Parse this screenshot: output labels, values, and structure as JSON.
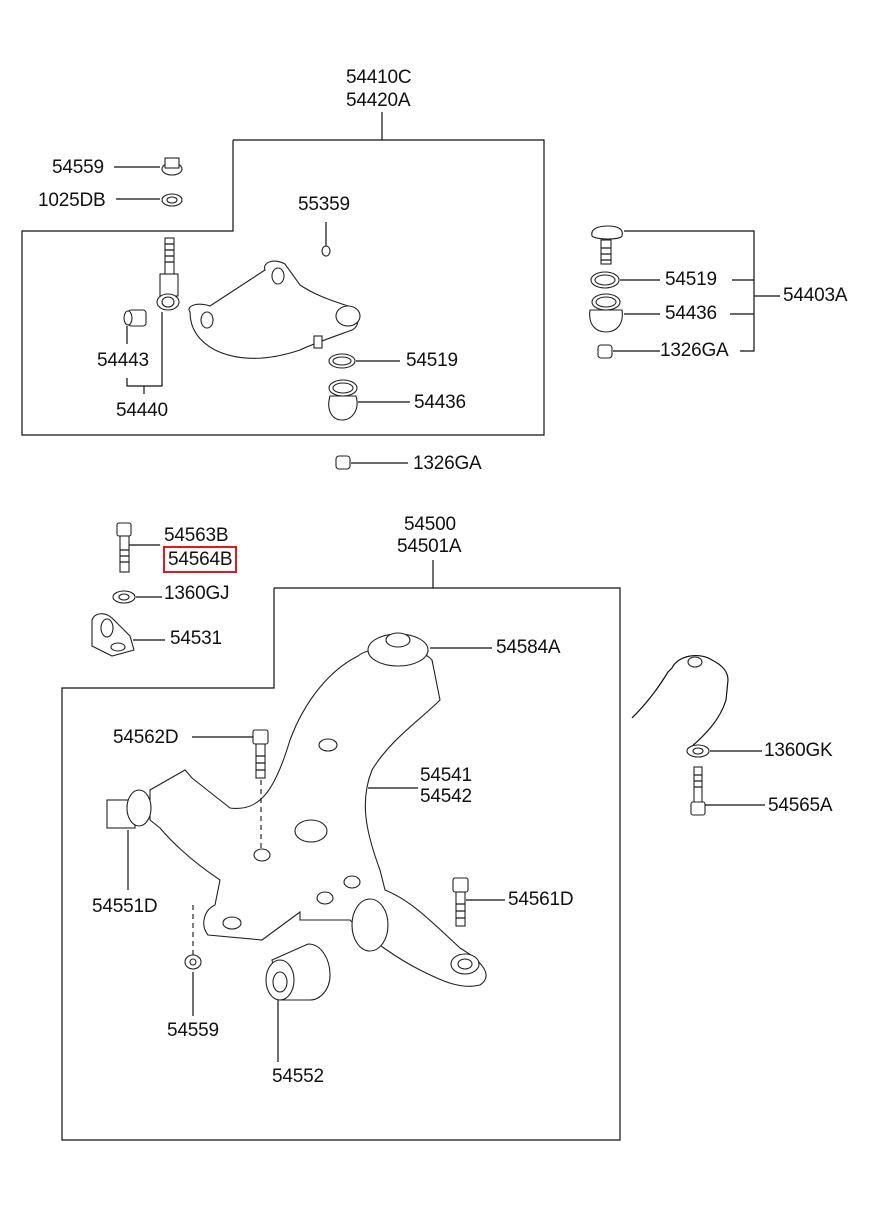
{
  "diagram": {
    "upper_arm": {
      "assembly": [
        "54410C",
        "54420A"
      ],
      "parts": {
        "nut_top": "54559",
        "washer_top": "1025DB",
        "grease_nipple": "55359",
        "bushing": "54443",
        "bushing_assy": "54440",
        "ring": "54519",
        "boot": "54436",
        "nut_bottom": "1326GA"
      }
    },
    "ball_joint_kit": {
      "assembly": "54403A",
      "parts": [
        "54519",
        "54436",
        "1326GA"
      ]
    },
    "lower_arm": {
      "assembly": [
        "54500",
        "54501A"
      ],
      "parts": {
        "bolt_top_a": "54563B",
        "bolt_top_b": "54564B",
        "washer": "1360GJ",
        "bracket": "54531",
        "ball_joint": "54584A",
        "bolt_front": "54562D",
        "arm": [
          "54541",
          "54542"
        ],
        "bushing_front": "54551D",
        "bolt_rear": "54561D",
        "nut": "54559",
        "bushing_rear": "54552"
      }
    },
    "knuckle_detail": {
      "washer": "1360GK",
      "bolt": "54565A"
    },
    "highlighted_part": "54564B",
    "highlight_color": "#e0191f"
  }
}
